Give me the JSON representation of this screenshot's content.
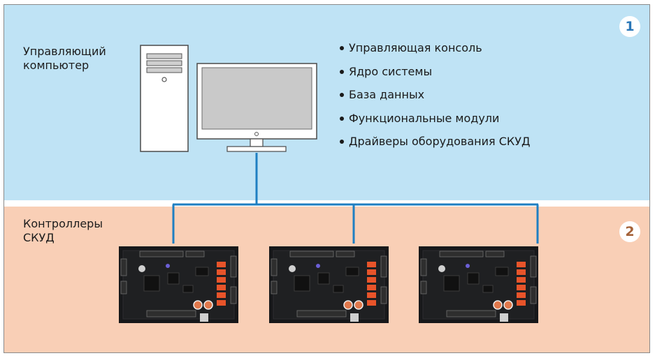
{
  "zones": {
    "top": {
      "label_line1": "Управляющий",
      "label_line2": "компьютер",
      "badge": "1",
      "badge_color": "#2b78b8",
      "background": "#bfe3f5"
    },
    "bottom": {
      "label_line1": "Контроллеры",
      "label_line2": "СКУД",
      "badge": "2",
      "badge_color": "#a5633a",
      "background": "#f9cfb6"
    }
  },
  "features": [
    "Управляющая консоль",
    "Ядро системы",
    "База данных",
    "Функциональные модули",
    "Драйверы оборудования СКУД"
  ],
  "connector_color": "#1f7fc2",
  "icons": {
    "computer": "desktop-pc-icon",
    "controller": "access-controller-board-icon"
  },
  "controller_count": 3
}
